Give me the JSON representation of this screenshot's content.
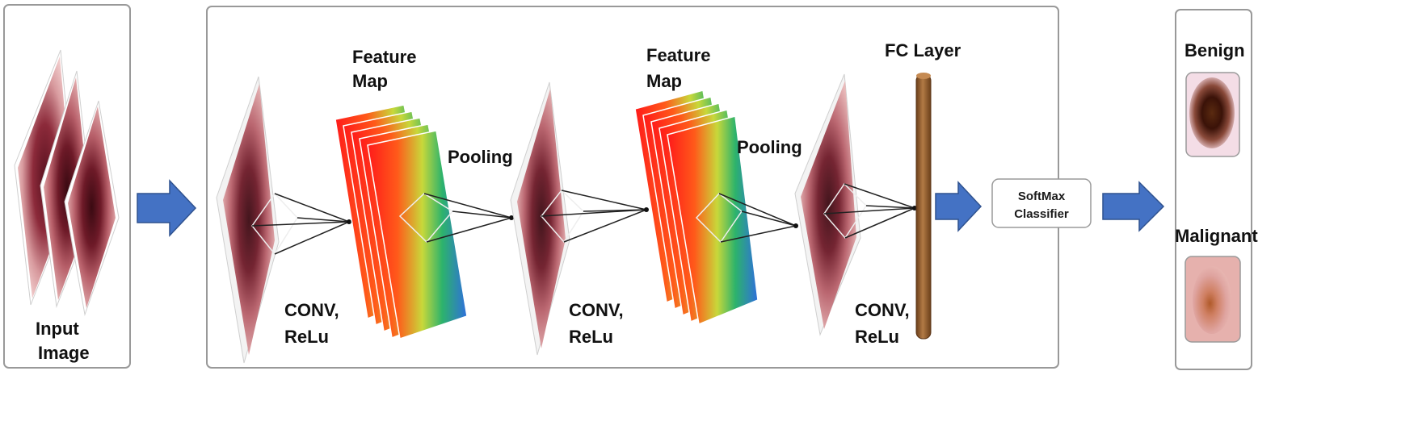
{
  "input_panel": {
    "label_line1": "Input",
    "label_line2": "Image"
  },
  "network": {
    "stage1": {
      "conv_line1": "CONV,",
      "conv_line2": "ReLu",
      "feature_line1": "Feature",
      "feature_line2": "Map",
      "pooling": "Pooling"
    },
    "stage2": {
      "conv_line1": "CONV,",
      "conv_line2": "ReLu",
      "feature_line1": "Feature",
      "feature_line2": "Map",
      "pooling": "Pooling"
    },
    "stage3": {
      "conv_line1": "CONV,",
      "conv_line2": "ReLu"
    },
    "fc_label": "FC Layer"
  },
  "classifier": {
    "line1": "SoftMax",
    "line2": "Classifier"
  },
  "output": {
    "class1": "Benign",
    "class2": "Malignant"
  },
  "colors": {
    "arrow": "#4472c4",
    "arrow_stroke": "#2f528f",
    "fc_layer": "#8b5a2b",
    "panel_border": "#999999"
  }
}
